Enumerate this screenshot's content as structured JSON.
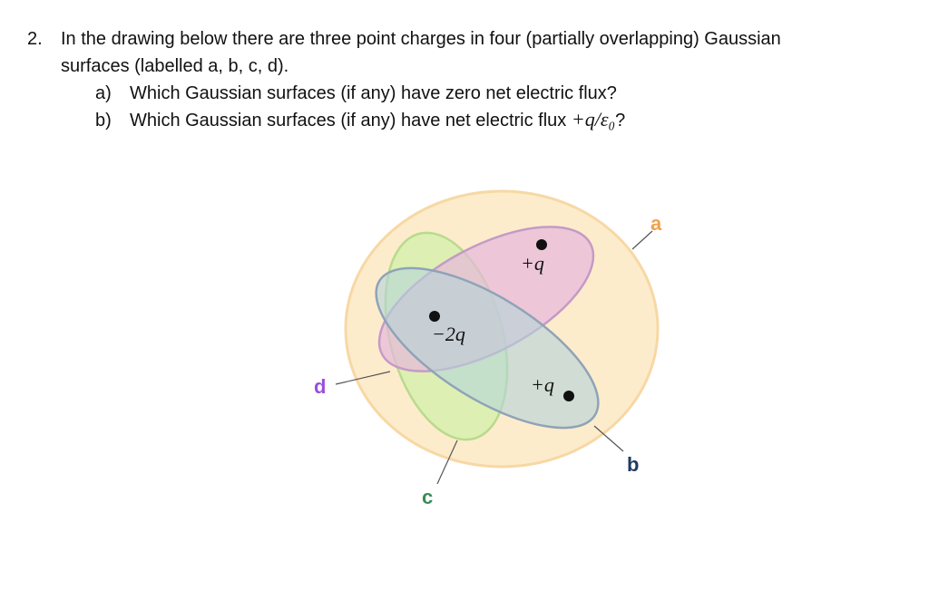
{
  "question": {
    "number": "2.",
    "intro_line1": "In the drawing below there are three point charges in four (partially overlapping) Gaussian",
    "intro_line2": "surfaces (labelled a, b, c, d).",
    "part_a_marker": "a)",
    "part_a_text": "Which Gaussian surfaces (if any) have zero net electric flux?",
    "part_b_marker": "b)",
    "part_b_text": "Which Gaussian surfaces (if any) have net electric flux ",
    "part_b_math": "+q/ε₀",
    "part_b_end": "?"
  },
  "diagram": {
    "charges": [
      {
        "id": "top",
        "label": "+q"
      },
      {
        "id": "center",
        "label": "−2q"
      },
      {
        "id": "right",
        "label": "+q"
      }
    ],
    "surfaces": [
      {
        "id": "a",
        "label": "a",
        "fill": "#fdebc9",
        "stroke": "#f7d8a4",
        "label_color": "#f0a24b"
      },
      {
        "id": "b",
        "label": "b",
        "fill": "#c7dde0",
        "stroke": "#8fa3b8",
        "label_color": "#1f3b63"
      },
      {
        "id": "c",
        "label": "c",
        "fill": "#d5f0ad",
        "stroke": "#b8db8c",
        "label_color": "#3a8c5a"
      },
      {
        "id": "d",
        "label": "d",
        "fill": "#e6b8dd",
        "stroke": "#c49bc6",
        "label_color": "#9b4fd8"
      }
    ]
  }
}
